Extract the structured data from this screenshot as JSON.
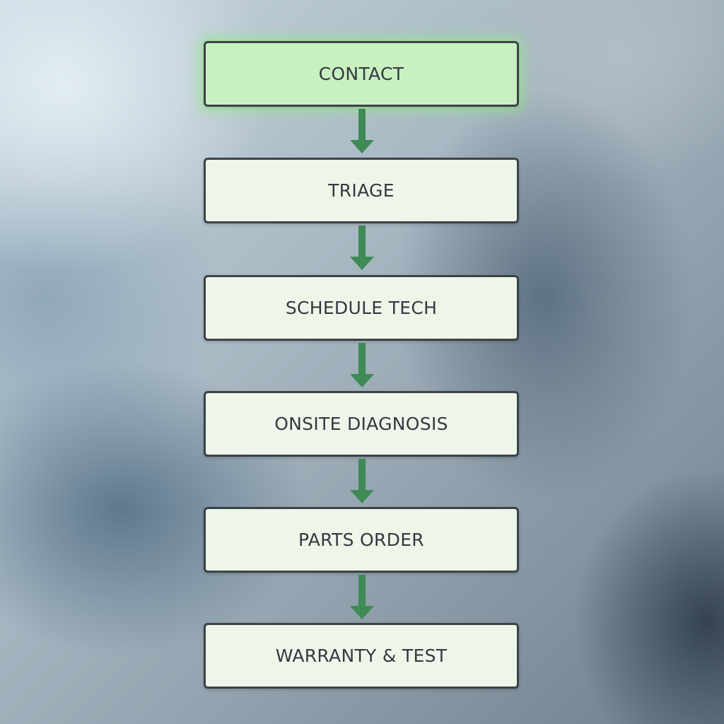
{
  "flowchart": {
    "steps": [
      {
        "label": "CONTACT",
        "active": true
      },
      {
        "label": "TRIAGE",
        "active": false
      },
      {
        "label": "SCHEDULE TECH",
        "active": false
      },
      {
        "label": "ONSITE DIAGNOSIS",
        "active": false
      },
      {
        "label": "PARTS ORDER",
        "active": false
      },
      {
        "label": "WARRANTY & TEST",
        "active": false
      }
    ]
  },
  "colors": {
    "active_fill": "#c9f0c1",
    "step_fill": "#eef6ea",
    "border": "#3c4247",
    "arrow": "#3f8a55",
    "text": "#333a3f"
  }
}
